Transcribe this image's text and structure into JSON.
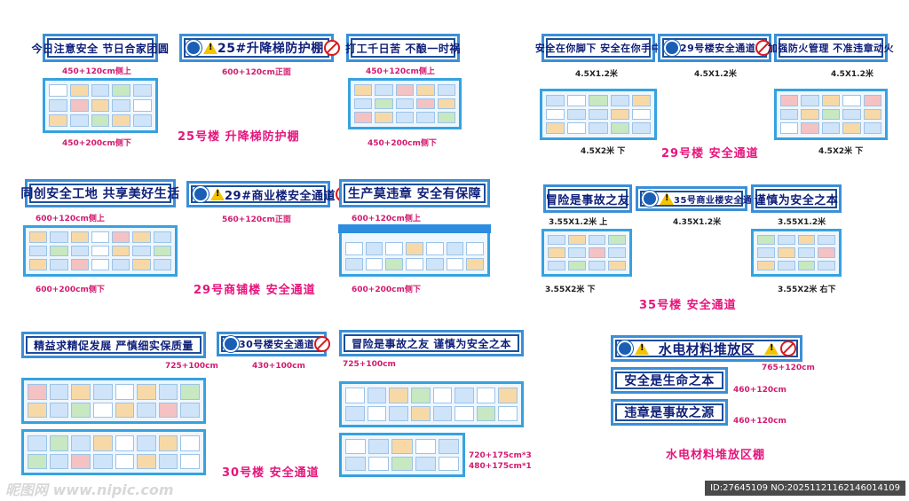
{
  "banners": {
    "b1": "今日注意安全 节日合家团圆",
    "b2": "25#升降梯防护棚",
    "b3": "打工千日苦 不酿一时祸",
    "b4": "安全在你脚下 安全在你手中",
    "b5": "29号楼安全通道",
    "b6": "加强防火管理 不准违章动火",
    "b7": "同创安全工地 共享美好生活",
    "b8": "29#商业楼安全通道",
    "b9": "生产莫违章  安全有保障",
    "b10": "冒险是事故之友",
    "b11": "35号商业楼安全通道",
    "b12": "谨慎为安全之本",
    "b13": "精益求精促发展  严慎细实保质量",
    "b14": "30号楼安全通道",
    "b15": "冒险是事故之友 谨慎为安全之本",
    "b16": "水电材料堆放区",
    "b17": "安全是生命之本",
    "b18": "违章是事故之源"
  },
  "labels": {
    "l1": "450+120cm侧上",
    "l2": "600+120cm正面",
    "l3": "450+120cm侧上",
    "l4": "450+200cm侧下",
    "l5": "450+200cm侧下",
    "l6": "4.5X1.2米",
    "l7": "4.5X1.2米",
    "l8": "4.5X1.2米",
    "l9": "4.5X2米 下",
    "l10": "4.5X2米 下",
    "l11": "600+120cm侧上",
    "l12": "560+120cm正面",
    "l13": "600+120cm侧上",
    "l14": "600+200cm侧下",
    "l15": "600+200cm侧下",
    "l16": "3.55X1.2米 上",
    "l17": "4.35X1.2米",
    "l18": "3.55X1.2米",
    "l19": "3.55X2米 下",
    "l20": "3.55X2米 右下",
    "l21": "725+100cm",
    "l22": "430+100cm",
    "l23": "725+100cm",
    "l24": "765+120cm",
    "l25": "460+120cm",
    "l26": "460+120cm",
    "l27": "720+175cm*3",
    "l28": "480+175cm*1"
  },
  "captions": {
    "c1": "25号楼 升降梯防护棚",
    "c2": "29号楼  安全通道",
    "c3": "29号商铺楼  安全通道",
    "c4": "35号楼  安全通道",
    "c5": "30号楼  安全通道",
    "c6": "水电材料堆放区棚"
  },
  "watermark": {
    "left": "昵图网 www.nipic.com",
    "right": "ID:27645109 NO:20251121162146014109"
  },
  "colors": {
    "banner_text": "#0e1f7a",
    "frame": "#3a8fd8",
    "caption": "#e6157d",
    "label": "#d21b6f"
  }
}
